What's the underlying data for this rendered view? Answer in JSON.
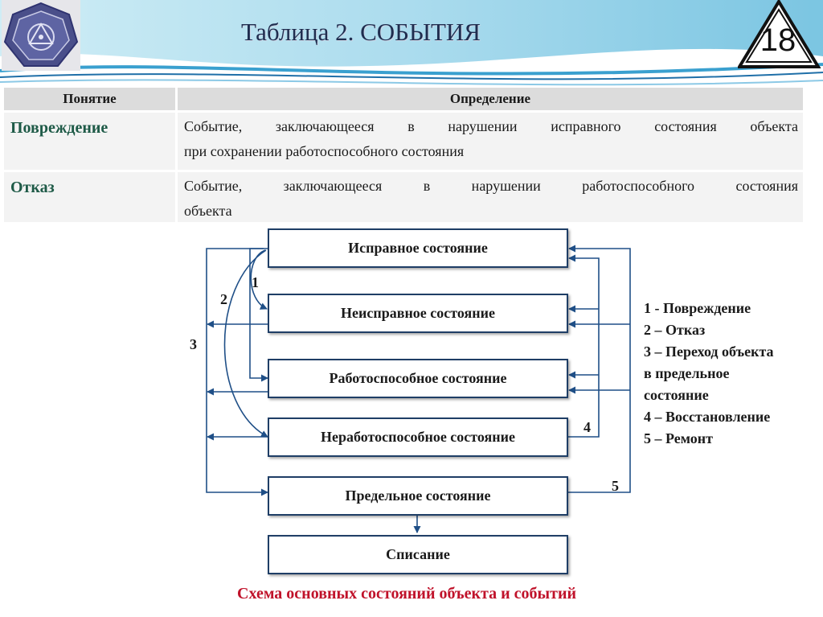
{
  "header": {
    "title": "Таблица 2. СОБЫТИЯ",
    "slide_number": "18"
  },
  "table": {
    "headers": [
      "Понятие",
      "Определение"
    ],
    "rows": [
      {
        "term": "Повреждение",
        "definition_lines": [
          "Событие, заключающееся в нарушении исправного состояния объекта",
          "при сохранении работоспособного состояния"
        ]
      },
      {
        "term": "Отказ",
        "definition_lines": [
          "Событие, заключающееся в нарушении работоспособного состояния",
          "объекта"
        ]
      }
    ]
  },
  "diagram": {
    "states": [
      "Исправное состояние",
      "Неисправное состояние",
      "Работоспособное состояние",
      "Неработоспособное состояние",
      "Предельное состояние",
      "Списание"
    ],
    "event_labels": [
      "1",
      "2",
      "3",
      "4",
      "5"
    ],
    "legend": [
      "1 - Повреждение",
      "2 – Отказ",
      "3 – Переход объекта",
      "в предельное",
      "состояние",
      "4 – Восстановление",
      "5 – Ремонт"
    ],
    "caption": "Схема основных состояний объекта и событий"
  }
}
